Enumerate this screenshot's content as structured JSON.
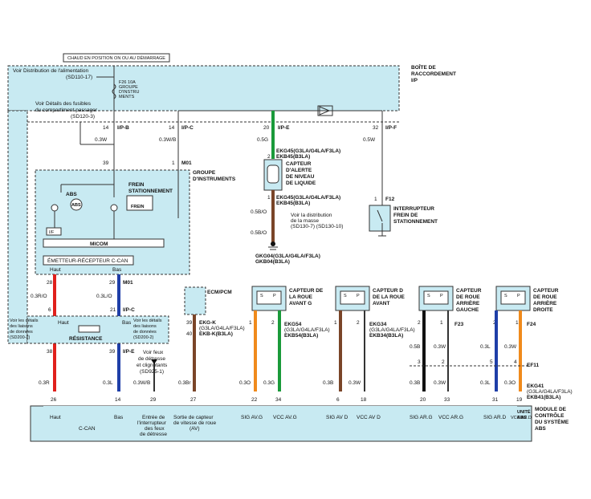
{
  "header": {
    "hot_label": "CHAUD EN POSITION ON OU AU DÉMARRAGE",
    "junction_box": [
      "BOÎTE DE",
      "RACCORDEMENT",
      "I/P"
    ],
    "power_ref": [
      "Voir Distribution de l'alimentation",
      "(SD110-17)"
    ],
    "fuse_ref": [
      "Voir Détails des fusibles",
      "du compartiment passager",
      "(SD120-3)"
    ],
    "fuse_name": [
      "F26 10A",
      "GROUPE",
      "D'INSTRU",
      "MENTS"
    ]
  },
  "connectors_top": {
    "ipb": {
      "pin": "14",
      "name": "I/P-B",
      "wire": "0.3W",
      "pin2": "39"
    },
    "ipc": {
      "pin": "14",
      "name": "I/P-C",
      "wire": "0.3W/B",
      "pin2": "1",
      "conn": "M01"
    },
    "ipe": {
      "pin": "20",
      "name": "I/P-E",
      "wire": "0.5G"
    },
    "ipf": {
      "pin": "32",
      "name": "I/P-F",
      "wire": "0.5W"
    }
  },
  "cluster": {
    "title": [
      "GROUPE",
      "D'INSTRUMENTS"
    ],
    "abs": "ABS",
    "brake_title": [
      "FREIN",
      "STATIONNEMENT"
    ],
    "brake_lamp": "FREIN",
    "if_label": "I/F",
    "micom": "MICOM",
    "can": "ÉMETTEUR-RÉCEPTEUR C-CAN",
    "haut": "Haut",
    "bas": "Bas"
  },
  "fluid_sensor": {
    "conn1": [
      "EKG45(G3LA/G4LA/F3LA)",
      "EKB45(B3LA)"
    ],
    "pin1": "2",
    "name": [
      "CAPTEUR",
      "D'ALERTE",
      "DE NIVEAU",
      "DE LIQUIDE"
    ],
    "pin2": "1",
    "conn2": [
      "EKG45(G3LA/G4LA/F3LA)",
      "EKB45(B3LA)"
    ],
    "wire1": "0.5B/O",
    "ground_ref": [
      "Voir la distribution",
      "de la masse",
      "(SD130-7) (SD130-10)"
    ],
    "wire2": "0.5B/O",
    "ground_conn": [
      "GKG04(G3LA/G4LA/F3LA)",
      "GKB04(B3LA)"
    ]
  },
  "parking_switch": {
    "pin": "1",
    "conn": "F12",
    "name": [
      "INTERRUPTEUR",
      "FREIN DE",
      "STATIONNEMENT"
    ]
  },
  "can_bus": {
    "pin_l": "28",
    "pin_r": "29",
    "conn": "M01",
    "wire_l": "0.3R/O",
    "wire_r": "0.3L/O",
    "pin_l2": "6",
    "pin_r2": "21",
    "conn2": "I/P-C",
    "haut": "Haut",
    "bas": "Bas",
    "ref_l": [
      "Voir les détails",
      "des liaisons",
      "de données",
      "(SD200-2)"
    ],
    "ref_r": [
      "Voir les détails",
      "des liaisons",
      "de données",
      "(SD200-2)"
    ],
    "resistance": "RÉSISTANCE",
    "pin_l3": "38",
    "pin_r3": "39",
    "conn3": "I/P-E",
    "wire_l3": "0.3R",
    "wire_r3": "0.3L"
  },
  "hazard": {
    "ref": [
      "Voir feux",
      "de détresse",
      "et clignotants",
      "(SD925-1)"
    ],
    "wire": "0.3W/B"
  },
  "ecm": {
    "name": "ECM/PCM",
    "pin": "39",
    "pin2": "40",
    "conn": [
      "EKG-K",
      "(G3LA/G4LA/F3LA)",
      "EKB-K(B3LA)"
    ],
    "wire": "0.3Br"
  },
  "sensors": [
    {
      "name": [
        "CAPTEUR DE",
        "LA ROUE",
        "AVANT G"
      ],
      "pins": [
        "1",
        "2"
      ],
      "conn": [
        "EKG54",
        "(G3LA/G4LA/F3LA)",
        "EKB54(B3LA)"
      ],
      "wires": [
        "0.3O",
        "0.3G"
      ]
    },
    {
      "name": [
        "CAPTEUR D",
        "DE LA ROUE",
        "AVANT"
      ],
      "pins": [
        "1",
        "2"
      ],
      "conn": [
        "EKG34",
        "(G3LA/G4LA/F3LA)",
        "EKB34(B3LA)"
      ],
      "wires": [
        "0.3B",
        "0.3W"
      ]
    },
    {
      "name": [
        "CAPTEUR",
        "DE ROUE",
        "ARRIÈRE",
        "GAUCHE"
      ],
      "pins": [
        "2",
        "1"
      ],
      "conn": [
        "F23"
      ],
      "wires": [
        "0.5B",
        "0.3W"
      ]
    },
    {
      "name": [
        "CAPTEUR",
        "DE ROUE",
        "ARRIÈRE",
        "DROITE"
      ],
      "pins": [
        "2",
        "1"
      ],
      "conn": [
        "F24"
      ],
      "wires": [
        "0.3L",
        "0.3W"
      ]
    }
  ],
  "rear": {
    "conn": "EF11",
    "pins_top": [
      "3",
      "2",
      "5",
      "4"
    ],
    "conn2": [
      "EKG41",
      "(G3LA/G4LA/F3LA)",
      "EKB41(B3LA)"
    ],
    "wires": [
      "0.3B",
      "0.3W",
      "0.3L",
      "0.3O"
    ]
  },
  "sp_labels": {
    "s": "S",
    "p": "P"
  },
  "abs_module": {
    "name": [
      "MODULE DE",
      "CONTRÔLE",
      "DU SYSTÈME",
      "ABS"
    ],
    "unit": [
      "UNITÉ",
      "ABS"
    ],
    "pins": [
      "26",
      "14",
      "29",
      "27",
      "22",
      "34",
      "6",
      "18",
      "20",
      "33",
      "31",
      "19"
    ],
    "can_haut": "Haut",
    "can_bas": "Bas",
    "can": "C-CAN",
    "hazard_input": [
      "Entrée de",
      "l'interrupteur",
      "des feux",
      "de détresse"
    ],
    "speed_output": [
      "Sortie de capteur",
      "de vitesse de roue",
      "(AV)"
    ],
    "labels": [
      "SIG AV.G",
      "VCC AV.G",
      "SIG AV D",
      "VCC AV D",
      "SIG AR.G",
      "VCC AR.G",
      "SIG AR.D",
      "VCC AR.D"
    ]
  },
  "colors": {
    "red": "#e0201c",
    "blue": "#1f3fa8",
    "green": "#1a9a3a",
    "orange": "#f08a1c",
    "brown": "#7a4528",
    "black": "#111111",
    "box": "#c8eaf2"
  }
}
